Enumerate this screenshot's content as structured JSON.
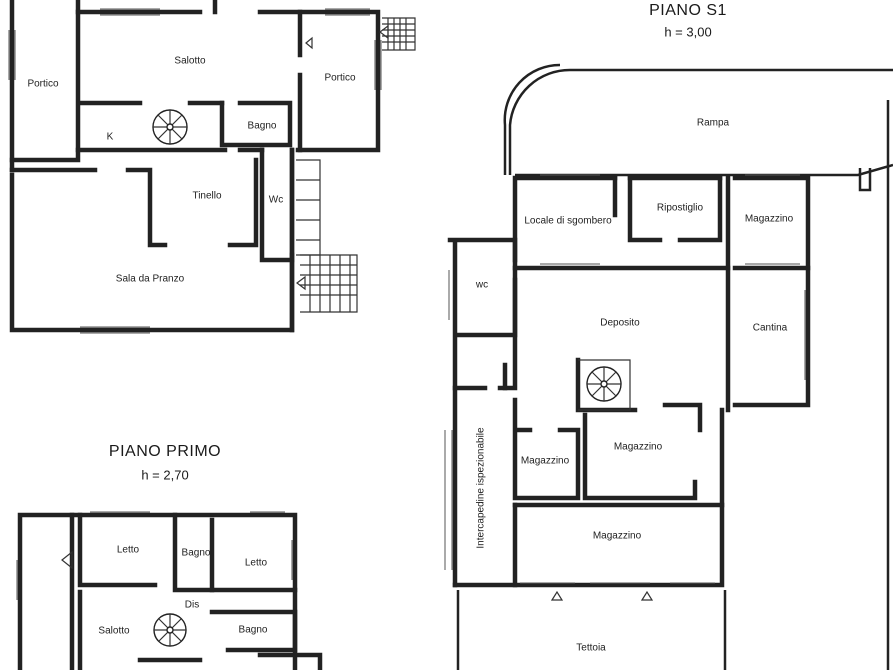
{
  "floors": {
    "s1": {
      "title": "PIANO S1",
      "height": "h = 3,00"
    },
    "primo": {
      "title": "PIANO PRIMO",
      "height": "h = 2,70"
    }
  },
  "rooms": {
    "portico_left": "Portico",
    "salotto_ground": "Salotto",
    "portico_right": "Portico",
    "bagno_ground": "Bagno",
    "kitchen": "K",
    "tinello": "Tinello",
    "wc_ground": "Wc",
    "sala_pranzo": "Sala da Pranzo",
    "rampa": "Rampa",
    "locale_sgombero": "Locale di sgombero",
    "ripostiglio": "Ripostiglio",
    "magazzino_top": "Magazzino",
    "wc_s1": "wc",
    "deposito": "Deposito",
    "cantina": "Cantina",
    "intercapedine": "Intercapedine ispezionabile",
    "magazzino_small": "Magazzino",
    "magazzino_mid": "Magazzino",
    "magazzino_bottom": "Magazzino",
    "tettoia": "Tettoia",
    "letto_1": "Letto",
    "bagno_primo_top": "Bagno",
    "letto_2": "Letto",
    "dis": "Dis",
    "salotto_primo": "Salotto",
    "bagno_primo_bottom": "Bagno"
  }
}
